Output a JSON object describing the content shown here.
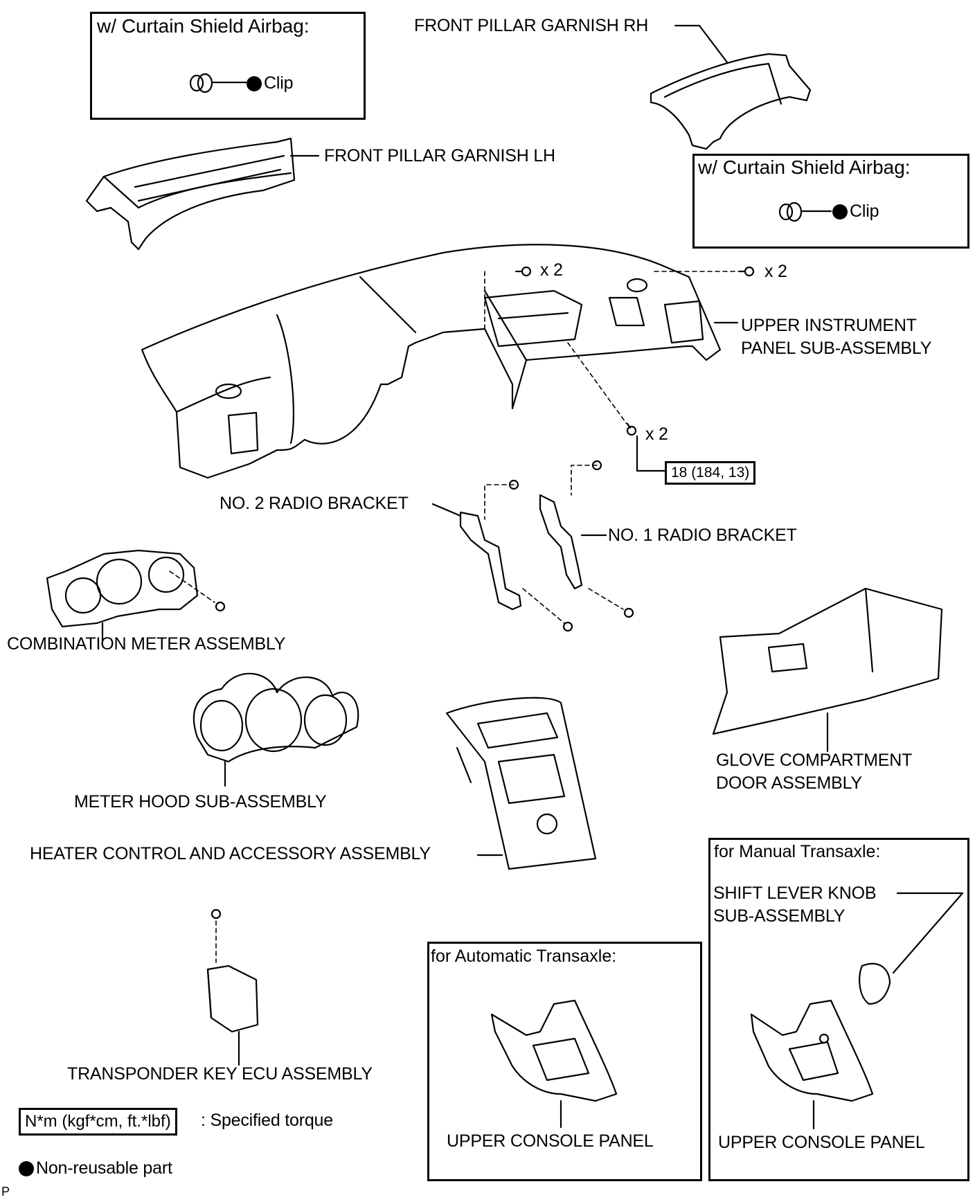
{
  "inset_top_left": {
    "title": "w/ Curtain Shield Airbag:",
    "part": "Clip"
  },
  "inset_right": {
    "title": "w/ Curtain Shield Airbag:",
    "part": "Clip"
  },
  "labels": {
    "front_pillar_rh": "FRONT PILLAR GARNISH RH",
    "front_pillar_lh": "FRONT PILLAR GARNISH LH",
    "upper_instrument_panel_1": "UPPER INSTRUMENT",
    "upper_instrument_panel_2": "PANEL SUB-ASSEMBLY",
    "no2_radio_bracket": "NO. 2 RADIO BRACKET",
    "no1_radio_bracket": "NO. 1 RADIO BRACKET",
    "combination_meter": "COMBINATION METER ASSEMBLY",
    "glove_compartment_1": "GLOVE COMPARTMENT",
    "glove_compartment_2": "DOOR ASSEMBLY",
    "meter_hood": "METER HOOD SUB-ASSEMBLY",
    "heater_control": "HEATER CONTROL AND ACCESSORY ASSEMBLY",
    "transponder_ecu": "TRANSPONDER KEY ECU ASSEMBLY"
  },
  "qty": {
    "q1": "x 2",
    "q2": "x 2",
    "q3": "x 2"
  },
  "torque_value": "18 (184, 13)",
  "auto_box": {
    "title": "for Automatic Transaxle:",
    "part": "UPPER CONSOLE PANEL"
  },
  "manual_box": {
    "title": "for Manual Transaxle:",
    "knob_1": "SHIFT LEVER KNOB",
    "knob_2": "SUB-ASSEMBLY",
    "part": "UPPER CONSOLE PANEL"
  },
  "legend": {
    "torque_unit": "N*m (kgf*cm, ft.*lbf)",
    "torque_desc": ": Specified torque",
    "nonreusable": "Non-reusable part"
  },
  "corner_mark": "P"
}
